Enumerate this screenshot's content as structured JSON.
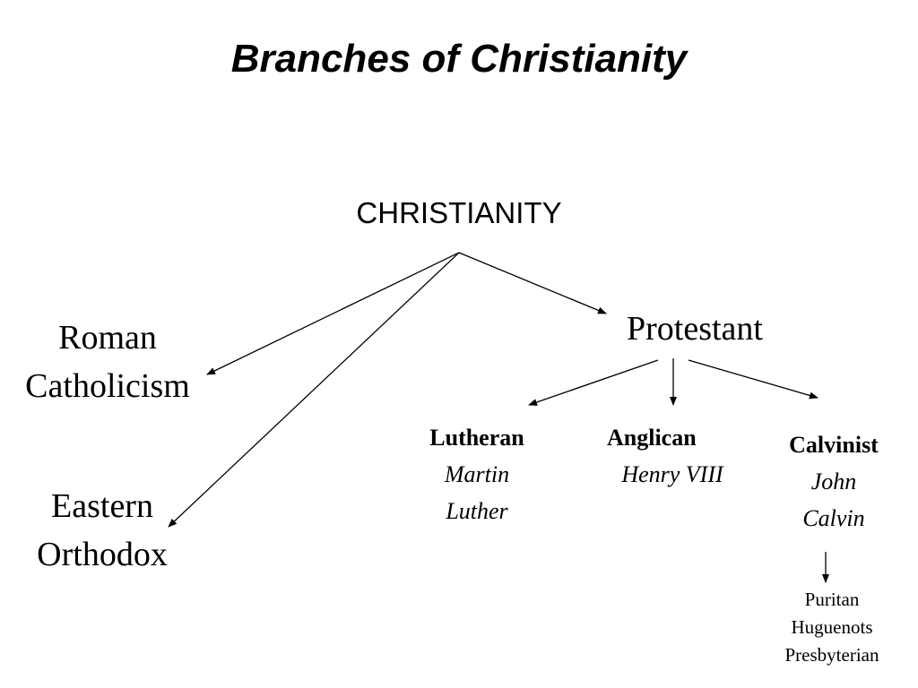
{
  "title": "Branches of Christianity",
  "root": "CHRISTIANITY",
  "branches": {
    "roman": [
      "Roman",
      "Catholicism"
    ],
    "eastern": [
      "Eastern",
      "Orthodox"
    ],
    "protestant": "Protestant"
  },
  "protestant_branches": [
    {
      "name": "Lutheran",
      "founder": [
        "Martin",
        "Luther"
      ]
    },
    {
      "name": "Anglican",
      "founder": [
        "Henry VIII"
      ]
    },
    {
      "name": "Calvinist",
      "founder": [
        "John",
        "Calvin"
      ]
    }
  ],
  "calvinist_offshoots": [
    "Puritan",
    "Huguenots",
    "Presbyterian"
  ],
  "colors": {
    "text": "#000000",
    "line": "#000000",
    "background": "#ffffff"
  }
}
